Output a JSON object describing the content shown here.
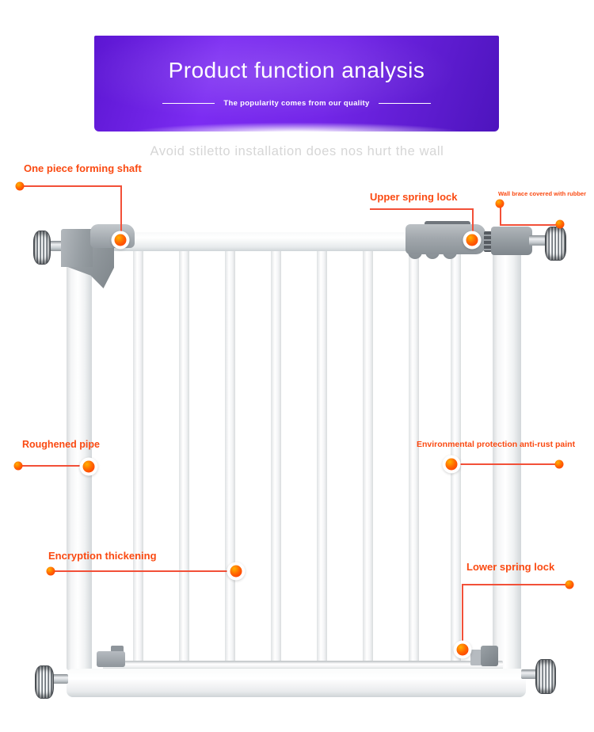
{
  "banner": {
    "title": "Product function analysis",
    "subtitle": "The popularity comes from our quality"
  },
  "tagline": "Avoid stiletto installation does nos hurt the wall",
  "callouts": {
    "one_piece_forming_shaft": "One piece forming shaft",
    "upper_spring_lock": "Upper spring lock",
    "wall_brace_covered_with_rubber": "Wall brace covered with rubber",
    "roughened_pipe": "Roughened pipe",
    "environmental_protection": "Environmental protection anti-rust paint",
    "encryption_thickening": "Encryption thickening",
    "lower_spring_lock": "Lower spring lock"
  },
  "colors": {
    "banner_left": "#5c16d2",
    "banner_mid": "#7c2cf2",
    "banner_mid2": "#7326e8",
    "banner_right": "#4d14bd",
    "callout_text": "#fa4a12",
    "callout_line": "#f25038",
    "dot_highlight": "#ffb100",
    "dot_core": "#ff3c00",
    "tagline_gray": "#d6d6d6",
    "hardware_gray": "#9aa1a6"
  }
}
